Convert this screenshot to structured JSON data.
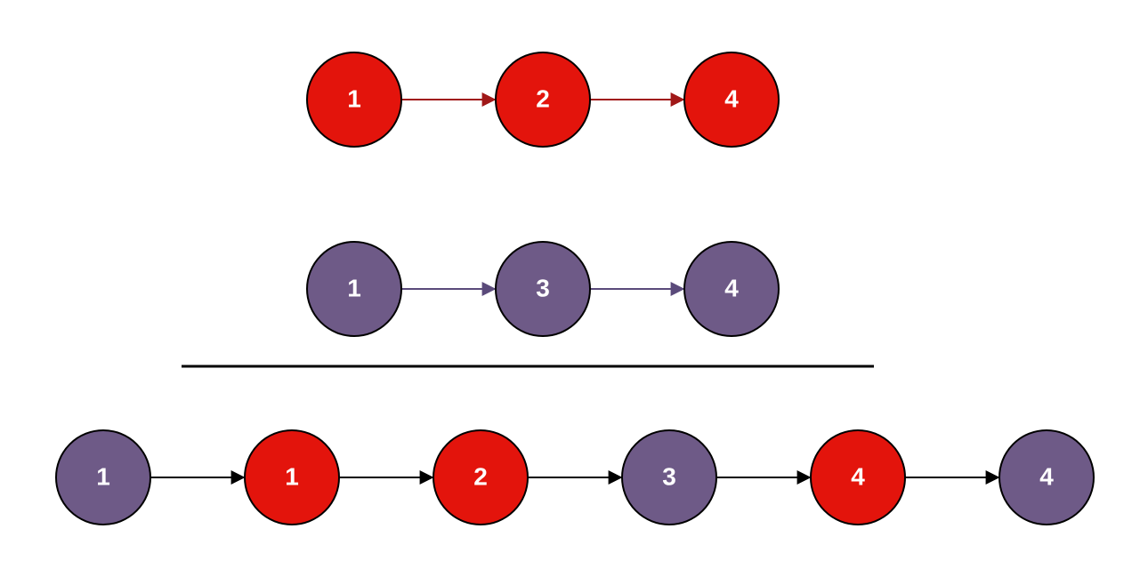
{
  "colors": {
    "list_a_fill": "#e3140c",
    "list_a_edge": "#a01818",
    "list_b_fill": "#6e5a87",
    "list_b_edge": "#5a4a7a",
    "merged_edge": "#000000",
    "node_stroke": "#000000"
  },
  "list_a": {
    "nodes": [
      "1",
      "2",
      "4"
    ]
  },
  "list_b": {
    "nodes": [
      "1",
      "3",
      "4"
    ]
  },
  "merged": {
    "nodes": [
      {
        "label": "1",
        "source": "list_b"
      },
      {
        "label": "1",
        "source": "list_a"
      },
      {
        "label": "2",
        "source": "list_a"
      },
      {
        "label": "3",
        "source": "list_b"
      },
      {
        "label": "4",
        "source": "list_a"
      },
      {
        "label": "4",
        "source": "list_b"
      }
    ]
  }
}
